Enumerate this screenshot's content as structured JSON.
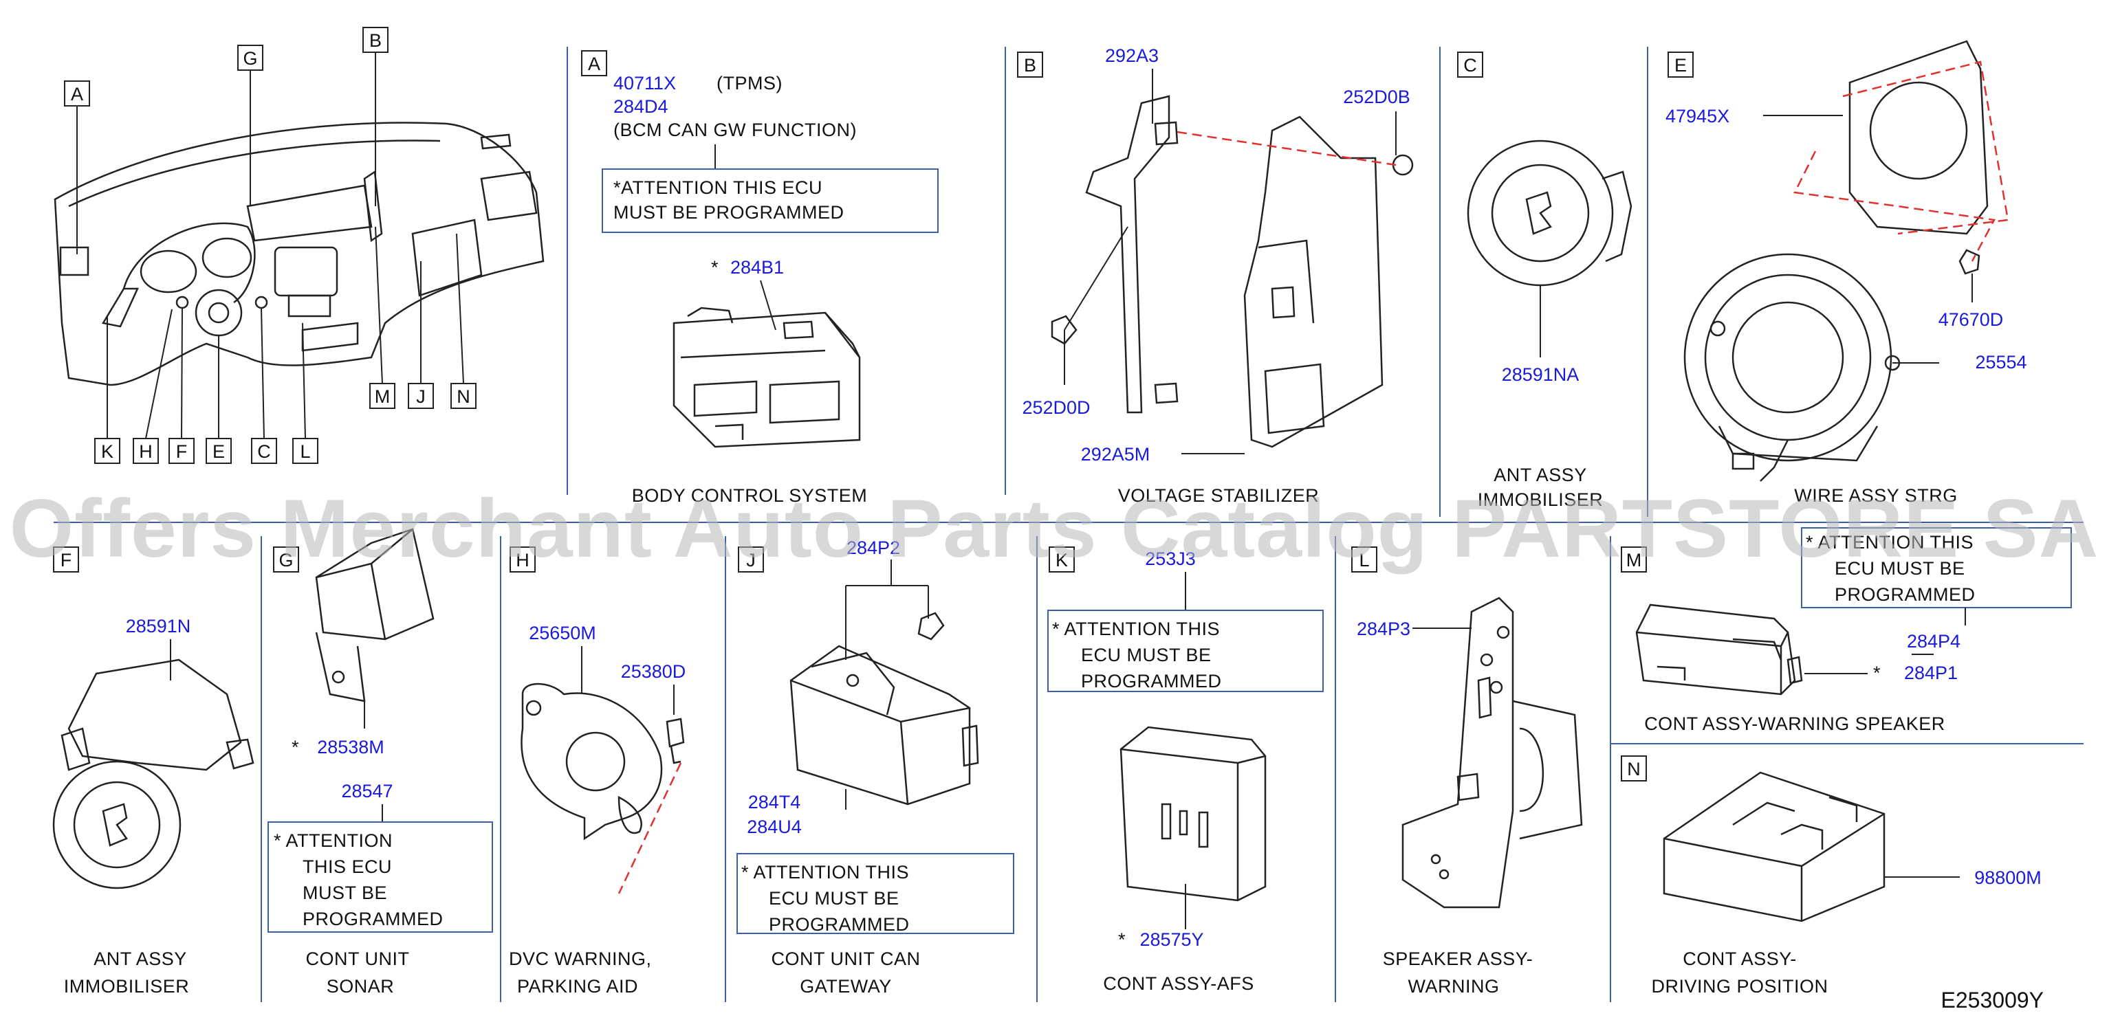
{
  "watermark": "Offers Merchant Auto Parts Catalog PARTSTORE SA",
  "diagram_code": "E253009Y",
  "overview": {
    "callouts": [
      "A",
      "G",
      "B",
      "K",
      "H",
      "F",
      "E",
      "C",
      "L",
      "M",
      "J",
      "N"
    ]
  },
  "sections": {
    "A": {
      "letter": "A",
      "title": "BODY CONTROL SYSTEM",
      "part_1": "40711X",
      "part_1_note": "(TPMS)",
      "part_2": "284D4",
      "part_2_note": "(BCM CAN GW FUNCTION)",
      "attention_line1": "*ATTENTION THIS ECU",
      "attention_line2": "MUST BE PROGRAMMED",
      "star": "*",
      "part_3": "284B1"
    },
    "B": {
      "letter": "B",
      "title": "VOLTAGE STABILIZER",
      "part_1": "292A3",
      "part_2": "252D0B",
      "part_3": "252D0D",
      "part_4": "292A5M"
    },
    "C": {
      "letter": "C",
      "title_line1": "ANT ASSY",
      "title_line2": "IMMOBILISER",
      "part_1": "28591NA"
    },
    "E": {
      "letter": "E",
      "title": "WIRE ASSY STRG",
      "part_1": "47945X",
      "part_2": "47670D",
      "part_3": "25554"
    },
    "F": {
      "letter": "F",
      "title_line1": "ANT ASSY",
      "title_line2": "IMMOBILISER",
      "part_1": "28591N"
    },
    "G": {
      "letter": "G",
      "title_line1": "CONT UNIT",
      "title_line2": "SONAR",
      "star": "*",
      "part_1": "28538M",
      "part_2": "28547",
      "attention_line1": "* ATTENTION",
      "attention_line2": "THIS ECU",
      "attention_line3": "MUST BE",
      "attention_line4": "PROGRAMMED"
    },
    "H": {
      "letter": "H",
      "title_line1": "DVC WARNING,",
      "title_line2": "PARKING AID",
      "part_1": "25650M",
      "part_2": "25380D"
    },
    "J": {
      "letter": "J",
      "title_line1": "CONT UNIT CAN",
      "title_line2": "GATEWAY",
      "part_1": "284P2",
      "part_2": "284T4",
      "part_3": "284U4",
      "attention_line1": "* ATTENTION THIS",
      "attention_line2": "ECU MUST BE",
      "attention_line3": "PROGRAMMED"
    },
    "K": {
      "letter": "K",
      "title": "CONT ASSY-AFS",
      "part_1": "253J3",
      "attention_line1": "* ATTENTION THIS",
      "attention_line2": "ECU MUST BE",
      "attention_line3": "PROGRAMMED",
      "star": "*",
      "part_2": "28575Y"
    },
    "L": {
      "letter": "L",
      "title_line1": "SPEAKER ASSY-",
      "title_line2": "WARNING",
      "part_1": "284P3"
    },
    "M": {
      "letter": "M",
      "title": "CONT ASSY-WARNING SPEAKER",
      "attention_line1": "* ATTENTION THIS",
      "attention_line2": "ECU MUST BE",
      "attention_line3": "PROGRAMMED",
      "part_1": "284P4",
      "star": "*",
      "part_2": "284P1"
    },
    "N": {
      "letter": "N",
      "title_line1": "CONT ASSY-",
      "title_line2": "DRIVING POSITION",
      "part_1": "98800M"
    }
  }
}
